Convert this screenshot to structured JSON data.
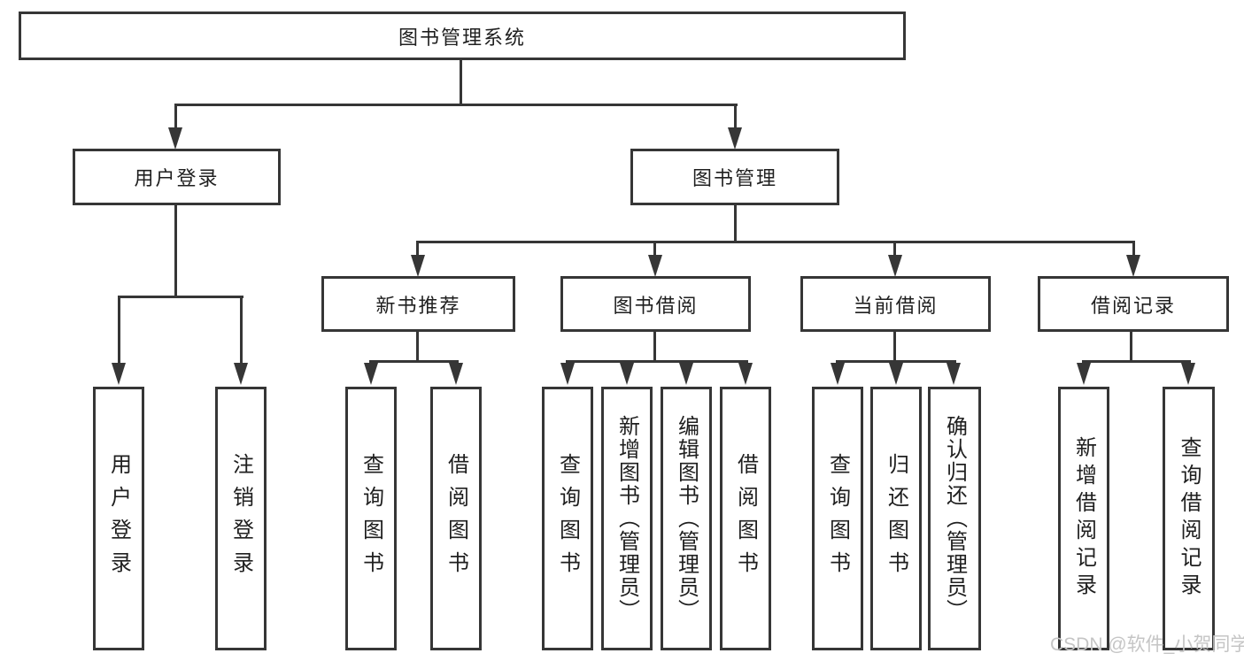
{
  "tree": {
    "root": "图书管理系统",
    "branches": [
      {
        "label": "用户登录",
        "leaves": [
          "用户登录",
          "注销登录"
        ]
      },
      {
        "label": "图书管理",
        "groups": [
          {
            "label": "新书推荐",
            "leaves": [
              "查询图书",
              "借阅图书"
            ]
          },
          {
            "label": "图书借阅",
            "leaves": [
              "查询图书",
              "新增图书（管理员）",
              "编辑图书（管理员）",
              "借阅图书"
            ]
          },
          {
            "label": "当前借阅",
            "leaves": [
              "查询图书",
              "归还图书",
              "确认归还（管理员）"
            ]
          },
          {
            "label": "借阅记录",
            "leaves": [
              "新增借阅记录",
              "查询借阅记录"
            ]
          }
        ]
      }
    ]
  },
  "watermark": "CSDN @软件_小贺同学",
  "colors": {
    "line": "#363636",
    "text": "#1f1f1f",
    "background": "#ffffff",
    "watermark": "#c5c5c5"
  }
}
